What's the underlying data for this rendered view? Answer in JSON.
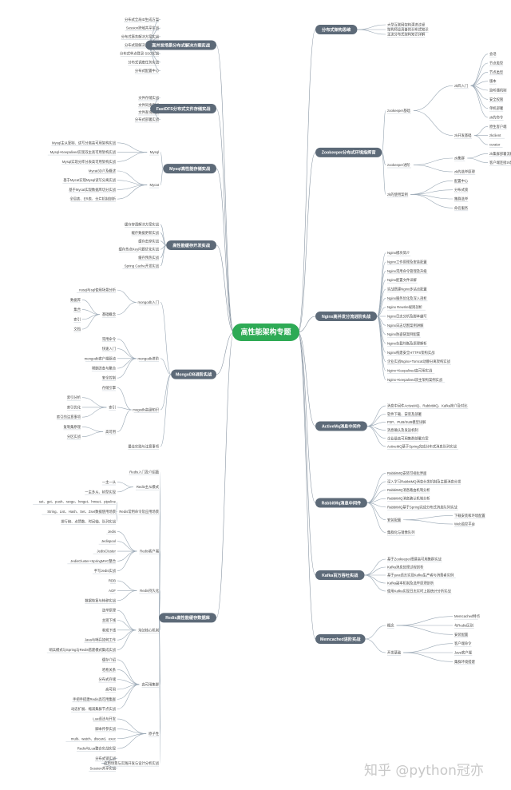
{
  "root": "高性能架构专题",
  "watermark": "知乎 @python冠亦",
  "right": [
    {
      "label": "分布式架构思维",
      "children": [
        {
          "label": "大型互联网架构演进过程"
        },
        {
          "label": "架构师应具备的分布式知识"
        },
        {
          "label": "主流分布式架构知识详解"
        }
      ]
    },
    {
      "label": "Zookeeper分布式环境指挥官",
      "children": [
        {
          "label": "zookeeper基础",
          "children": [
            {
              "label": "zk四入门",
              "children": [
                {
                  "label": "会话"
                },
                {
                  "label": "节点类型"
                },
                {
                  "label": "节点类型"
                },
                {
                  "label": "版本"
                },
                {
                  "label": "监听器机制"
                },
                {
                  "label": "安全权限"
                },
                {
                  "label": "单机部署"
                },
                {
                  "label": "zk的命令"
                }
              ]
            },
            {
              "label": "zk开发基础",
              "children": [
                {
                  "label": "原生客户端"
                },
                {
                  "label": "zkclient"
                },
                {
                  "label": "curator"
                }
              ]
            }
          ]
        },
        {
          "label": "zookeeper进阶",
          "children": [
            {
              "label": "zk集群",
              "children": [
                {
                  "label": "zk集群部署流程"
                },
                {
                  "label": "客户端连接zk集群以及原理"
                }
              ]
            },
            {
              "label": "zk的选举原理"
            }
          ]
        },
        {
          "label": "zk的使用案例",
          "children": [
            {
              "label": "配置中心"
            },
            {
              "label": "分布式锁"
            },
            {
              "label": "集群选举"
            },
            {
              "label": "命名服务"
            }
          ]
        }
      ]
    },
    {
      "label": "Nginx高并发分流进阶实战",
      "children": [
        {
          "label": "Nginx模块简介"
        },
        {
          "label": "Nginx工作原理及安装配置"
        },
        {
          "label": "Nginx常用命令管理及升级"
        },
        {
          "label": "Nginx配置文件详解"
        },
        {
          "label": "实战搭建Nginx多站点配置"
        },
        {
          "label": "Nginx服务优化及深入剖析"
        },
        {
          "label": "Nginx Rewrite规则剖析"
        },
        {
          "label": "Nginx日志分析及脚本编写"
        },
        {
          "label": "Nginx日志切割案例讲解"
        },
        {
          "label": "Nginx防盗链案例配置"
        },
        {
          "label": "Nginx负载均衡及原理解析"
        },
        {
          "label": "Nginx构建安全HTTPS架构实战"
        },
        {
          "label": "企业实战Nginx+Tomcat动静分离架构实战"
        },
        {
          "label": "Nginx+Keepalived高可用实战"
        },
        {
          "label": "Nginx+Keepalived双主架构案例实战"
        }
      ]
    },
    {
      "label": "ActiveMq消息中间件",
      "children": [
        {
          "label": "消息中间件ActiveMQ、RabbitMQ、Kafka简介及对比"
        },
        {
          "label": "软件下载、安装及部署"
        },
        {
          "label": "P2P、PUB/SUB模型详解"
        },
        {
          "label": "消息确认及发送机制"
        },
        {
          "label": "企业级高可用集群部署方案"
        },
        {
          "label": "ActiveMQ基于Spring完成分布式消息队列实战"
        }
      ]
    },
    {
      "label": "RabbitMq消息中间件",
      "children": [
        {
          "label": "RabbitMQ安装可视化界面"
        },
        {
          "label": "深入学习RabbitMQ消息分发机制及主题消息分发"
        },
        {
          "label": "RabbitMQ消息路由机制分析"
        },
        {
          "label": "RabbitMQ消息确认机制分析"
        },
        {
          "label": "RabbitMQ基于Spring完成分布式消息队列实战"
        },
        {
          "label": "安装配置",
          "children": [
            {
              "label": "下载安装和环境配置"
            },
            {
              "label": "Web监控平台"
            }
          ]
        },
        {
          "label": "集群化与镜像队列"
        }
      ]
    },
    {
      "label": "Kafka百万吞吐实战",
      "children": [
        {
          "label": "基于Zookeeper搭建高可用集群实战"
        },
        {
          "label": "Kafka消息处理过程剖析"
        },
        {
          "label": "基于java语言实现Kafka生产者与消费者实例"
        },
        {
          "label": "Kafka副本机制及选举原理剖析"
        },
        {
          "label": "使用Kafka实现日志实时上报统计分析实战"
        }
      ]
    },
    {
      "label": "Memcached进阶实战",
      "children": [
        {
          "label": "概念",
          "children": [
            {
              "label": "Memcached特点"
            },
            {
              "label": "与Redis区别"
            },
            {
              "label": "安装配置"
            }
          ]
        },
        {
          "label": "开发基础",
          "children": [
            {
              "label": "客户端命令"
            },
            {
              "label": "Java客户端"
            },
            {
              "label": "集群环境搭建"
            }
          ]
        }
      ]
    }
  ],
  "left": [
    {
      "label": "高并发场景分布式解决方案实战",
      "children": [
        {
          "label": "分布式全局ID生成方案"
        },
        {
          "label": "Session跨域共享实战"
        },
        {
          "label": "分布式事务解决方案实战"
        },
        {
          "label": "分布式锁解决方案实战"
        },
        {
          "label": "分布式单点登录 SSO实战"
        },
        {
          "label": "分布式调度任务实战"
        },
        {
          "label": "分布式配置中心"
        }
      ]
    },
    {
      "label": "FastDFS分布式文件存储实战",
      "children": [
        {
          "label": "文件存储实战"
        },
        {
          "label": "文件同步实战"
        },
        {
          "label": "文件查询实战"
        },
        {
          "label": "分布式部署实战"
        }
      ]
    },
    {
      "label": "Mysql高性能存储实战",
      "children": [
        {
          "label": "Mysql",
          "children": [
            {
              "label": "Mysql主从复制、读写分离高可用架构实战"
            },
            {
              "label": "Mysql+Keepalived实现双主高可用架构实战"
            },
            {
              "label": "Mysql实现分库分表高可用架构实战"
            }
          ]
        },
        {
          "label": "Mycat",
          "children": [
            {
              "label": "Mycat3D介及概述"
            },
            {
              "label": "基于Mycat实现Mysql读写分离实战"
            },
            {
              "label": "基于Mycat实现数据库切分实战"
            },
            {
              "label": "全局表、ER表、分片机制剖析"
            }
          ]
        }
      ]
    },
    {
      "label": "高性能缓存开发实战",
      "children": [
        {
          "label": "缓存穿透解决方案实战"
        },
        {
          "label": "缓存数据更新实战"
        },
        {
          "label": "缓存击穿实战"
        },
        {
          "label": "缓存热点Key问题优化实战"
        },
        {
          "label": "缓存预热实战"
        },
        {
          "label": "Spring Cache开发实战"
        }
      ]
    },
    {
      "label": "MongoDB进阶实战",
      "children": [
        {
          "label": "mongodb入门",
          "children": [
            {
              "label": "nosql与sql使用场景分析"
            },
            {
              "label": "基础概念",
              "children": [
                {
                  "label": "数据库"
                },
                {
                  "label": "集合"
                },
                {
                  "label": "索引"
                },
                {
                  "label": "文档"
                }
              ]
            }
          ]
        },
        {
          "label": "mongodb进阶",
          "children": [
            {
              "label": "常用命令"
            },
            {
              "label": "快速入门"
            },
            {
              "label": "mongodb客户端驱动"
            },
            {
              "label": "增删改查与聚合"
            },
            {
              "label": "安全控制"
            }
          ]
        },
        {
          "label": "mogodb高级知识",
          "children": [
            {
              "label": "存储引擎"
            },
            {
              "label": "索引",
              "children": [
                {
                  "label": "索引分析"
                },
                {
                  "label": "索引优化"
                },
                {
                  "label": "索引的注意事项"
                }
              ]
            },
            {
              "label": "高可用",
              "children": [
                {
                  "label": "复制集原理"
                },
                {
                  "label": "分区实战"
                }
              ]
            }
          ]
        },
        {
          "label": "最佳实践与注意事项"
        }
      ]
    },
    {
      "label": "Redis高性能缓存数据库",
      "children": [
        {
          "label": "Redis入门及介绍篇"
        },
        {
          "label": "Redis主从模式",
          "children": [
            {
              "label": "一主一从"
            },
            {
              "label": "一主多从、树型实现"
            }
          ]
        },
        {
          "label": "Redis常用命令及应用场景",
          "children": [
            {
              "label": "set、get、push、range、hmget、hmset、pipeline"
            },
            {
              "label": "String、List、Hash、Set、Zset数据使用场景"
            },
            {
              "label": "排行榜、点赞数、时间轴、队列实战"
            }
          ]
        },
        {
          "label": "Redis客户端",
          "children": [
            {
              "label": "Jedis"
            },
            {
              "label": "Jedispool"
            },
            {
              "label": "JedisCluster"
            },
            {
              "label": "JedisCluster+SpringMVC整合"
            },
            {
              "label": "手写Jedis实战"
            }
          ]
        },
        {
          "label": "Redis持久化",
          "children": [
            {
              "label": "RDB"
            },
            {
              "label": "AOF"
            },
            {
              "label": "数据恢复与转移实战"
            }
          ]
        },
        {
          "label": "淘汰核心机制",
          "children": [
            {
              "label": "选举原理"
            },
            {
              "label": "主观下线"
            },
            {
              "label": "客观下线"
            },
            {
              "label": "Java与哨兵如何工作"
            },
            {
              "label": "哨兵模式与Spring与Redis搭建模式集成实战"
            }
          ]
        },
        {
          "label": "高可用集群",
          "children": [
            {
              "label": "缓存介绍"
            },
            {
              "label": "哈希关系"
            },
            {
              "label": "分布式存储"
            },
            {
              "label": "高可用"
            },
            {
              "label": "手把手搭建Redis高可用集群"
            },
            {
              "label": "动态扩展、缩减集群节点实战"
            }
          ]
        },
        {
          "label": "原子性",
          "children": [
            {
              "label": "Lua语法与开发"
            },
            {
              "label": "脚本传参实战"
            },
            {
              "label": "multi、watch、discard、exec"
            },
            {
              "label": "Redis与Lua整合实战实现"
            }
          ]
        },
        {
          "label": "应用场景与实践开发与设计分析实战",
          "children": [
            {
              "label": "分布式锁实战"
            },
            {
              "label": "Session共享实战"
            }
          ]
        }
      ]
    }
  ]
}
